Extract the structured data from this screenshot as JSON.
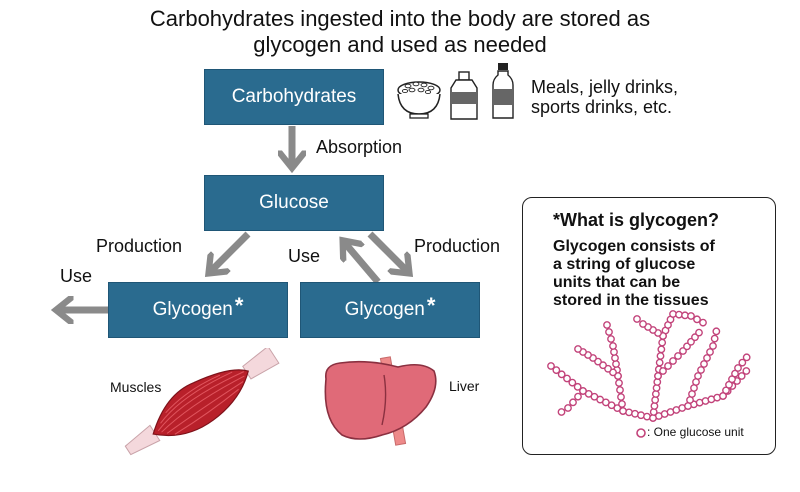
{
  "title": {
    "line1": "Carbohydrates ingested into the body are stored as",
    "line2": "glycogen and used as needed"
  },
  "boxes": {
    "carbohydrates": "Carbohydrates",
    "glucose": "Glucose",
    "glycogen_muscle": "Glycogen",
    "glycogen_liver": "Glycogen",
    "asterisk": "*"
  },
  "labels": {
    "meals_line1": "Meals, jelly drinks,",
    "meals_line2": "sports drinks, etc.",
    "absorption": "Absorption",
    "production_left": "Production",
    "production_right": "Production",
    "use_left": "Use",
    "use_middle": "Use",
    "muscles": "Muscles",
    "liver": "Liver"
  },
  "glycogen_info": {
    "title": "*What is glycogen?",
    "line1": "Glycogen consists of",
    "line2": "a string of glucose",
    "line3": "units that can be",
    "line4": "stored in the tissues",
    "legend": ": One glucose unit"
  },
  "colors": {
    "box_fill": "#2a6b8f",
    "arrow": "#8a8a8a",
    "glucose_unit": "#c2437a",
    "muscle": "#b8202a",
    "liver": "#e06a78"
  }
}
